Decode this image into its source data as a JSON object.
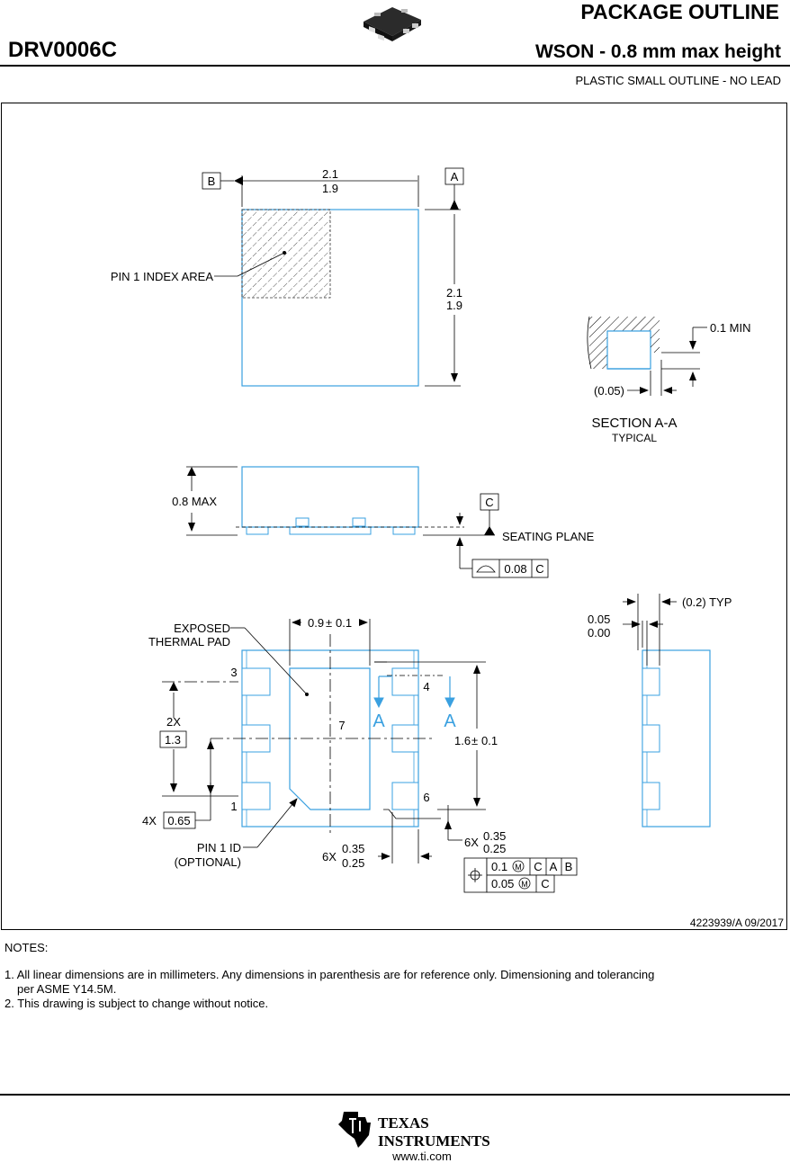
{
  "header": {
    "title": "PACKAGE OUTLINE",
    "part_number": "DRV0006C",
    "package": "WSON - 0.8 mm max height",
    "subtitle": "PLASTIC SMALL OUTLINE - NO LEAD"
  },
  "top_view": {
    "datum_b": "B",
    "datum_a": "A",
    "width_max": "2.1",
    "width_min": "1.9",
    "height_max": "2.1",
    "height_min": "1.9",
    "pin1_index_label": "PIN 1 INDEX AREA"
  },
  "section_view": {
    "min_label": "0.1 MIN",
    "ref_label": "(0.05)",
    "title": "SECTION A-A",
    "subtitle": "TYPICAL"
  },
  "side_view": {
    "height_label": "0.8 MAX",
    "datum_c": "C",
    "seating_plane_label": "SEATING PLANE",
    "flatness_value": "0.08",
    "flatness_datum": "C"
  },
  "bottom_view": {
    "exposed_pad_line1": "EXPOSED",
    "exposed_pad_line2": "THERMAL PAD",
    "pad_width": "0.9",
    "pad_width_tol": "0.1",
    "pin_3": "3",
    "pin_4": "4",
    "pin_1": "1",
    "pin_6": "6",
    "pin_7": "7",
    "pitch_count": "2X",
    "pitch_value": "1.3",
    "pin_count_4x": "4X",
    "pin_pitch": "0.65",
    "section_marker": "A",
    "pad_length": "1.6",
    "pad_length_tol": "0.1",
    "lead_count_a": "6X",
    "lead_width_max": "0.35",
    "lead_width_min": "0.25",
    "lead_count_b": "6X",
    "lead_length_max": "0.35",
    "lead_length_min": "0.25",
    "pin1_id_line1": "PIN 1 ID",
    "pin1_id_line2": "(OPTIONAL)",
    "fcf_row1_value": "0.1",
    "fcf_row1_datums": [
      "C",
      "A",
      "B"
    ],
    "fcf_row2_value": "0.05",
    "fcf_row2_datum": "C"
  },
  "end_view": {
    "typ_label": "(0.2) TYP",
    "standoff_max": "0.05",
    "standoff_min": "0.00"
  },
  "drawing_number": "4223939/A   09/2017",
  "notes": {
    "heading": "NOTES:",
    "items": [
      "1. All linear dimensions are in millimeters. Any dimensions in parenthesis are for reference only. Dimensioning and tolerancing",
      "per ASME Y14.5M.",
      "2. This drawing is subject to change without notice."
    ]
  },
  "footer": {
    "logo_line1": "TEXAS",
    "logo_line2": "INSTRUMENTS",
    "url": "www.ti.com"
  },
  "colors": {
    "outline": "#3aa0e0",
    "dimension": "#000000",
    "hatch": "#555555"
  }
}
